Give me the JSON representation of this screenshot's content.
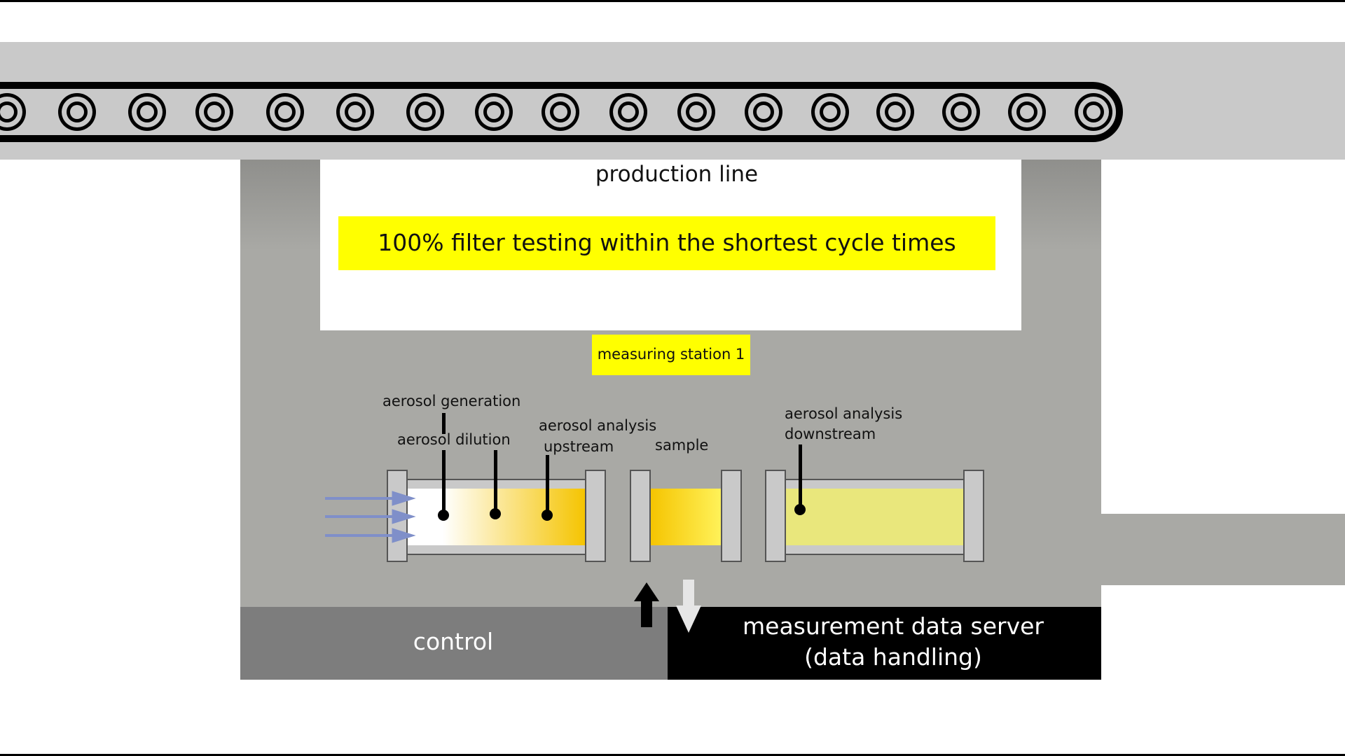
{
  "texts": {
    "production_line": "production line",
    "headline": "100% filter testing within the shortest cycle times",
    "measuring_station": "measuring station 1",
    "aerosol_generation": "aerosol generation",
    "aerosol_dilution": "aerosol dilution",
    "analysis_upstream_1": "aerosol analysis",
    "analysis_upstream_2": "upstream",
    "sample": "sample",
    "analysis_downstream_1": "aerosol analysis",
    "analysis_downstream_2": "downstream",
    "control": "control",
    "server_1": "measurement data server",
    "server_2": "(data handling)"
  },
  "colors": {
    "highlight_yellow": "#ffff00",
    "station_gray": "#a9a9a5",
    "belt_gray": "#c9c9c9",
    "control_gray": "#7d7d7d",
    "server_black": "#000000",
    "flow_arrow_blue": "#7f8fc9",
    "gradient_amber": "#f5c400",
    "downstream_yellow": "#e9e77c"
  },
  "icons": {
    "belt_rollers": "roller-icon",
    "up_arrow": "arrow-up-icon",
    "down_arrow": "arrow-down-icon",
    "air_flow": "arrow-right-icon"
  }
}
